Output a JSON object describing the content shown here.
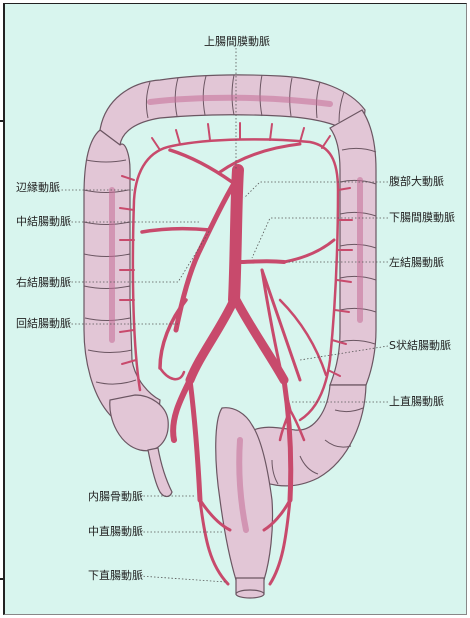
{
  "colors": {
    "background": "#d8f5ee",
    "colon_fill": "#e2c6d6",
    "colon_stroke": "#6b5662",
    "artery": "#c84a6c",
    "artery_dark": "#9a2f4d",
    "mucosa_stripe": "#c56e98"
  },
  "labels": {
    "sma": "上腸間膜動脈",
    "marginal": "辺縁動脈",
    "middle_colic": "中結腸動脈",
    "right_colic": "右結腸動脈",
    "ileocolic": "回結腸動脈",
    "aorta": "腹部大動脈",
    "ima": "下腸間膜動脈",
    "left_colic": "左結腸動脈",
    "sigmoid": "S状結腸動脈",
    "superior_rectal": "上直腸動脈",
    "internal_iliac": "内腸骨動脈",
    "middle_rectal": "中直腸動脈",
    "inferior_rectal": "下直腸動脈"
  }
}
